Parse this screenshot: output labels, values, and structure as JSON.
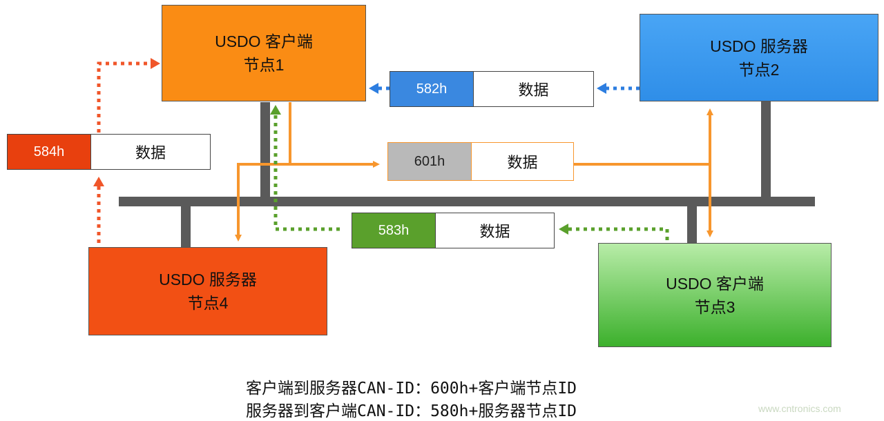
{
  "nodes": [
    {
      "title": "USDO 客户端",
      "label": "节点1",
      "color": "#fa8c14"
    },
    {
      "title": "USDO 服务器",
      "label": "节点2",
      "color": "#3a97f0"
    },
    {
      "title": "USDO 客户端",
      "label": "节点3",
      "color": "#5ec84a"
    },
    {
      "title": "USDO 服务器",
      "label": "节点4",
      "color": "#f25014"
    }
  ],
  "messages": [
    {
      "id": "582h",
      "payload": "数据",
      "color": "#3a88e0"
    },
    {
      "id": "584h",
      "payload": "数据",
      "color": "#e8400e"
    },
    {
      "id": "601h",
      "payload": "数据",
      "color": "#b9b9b9"
    },
    {
      "id": "583h",
      "payload": "数据",
      "color": "#5aa02c"
    }
  ],
  "legend": [
    "客户端到服务器CAN-ID：600h+客户端节点ID",
    "服务器到客户端CAN-ID：580h+服务器节点ID"
  ],
  "watermark": "www.cntronics.com",
  "colors": {
    "bus": "#5a5a5a",
    "orange": "#f7962d",
    "red": "#f0562a",
    "blue": "#2d7ee0",
    "green": "#5aa02c"
  }
}
